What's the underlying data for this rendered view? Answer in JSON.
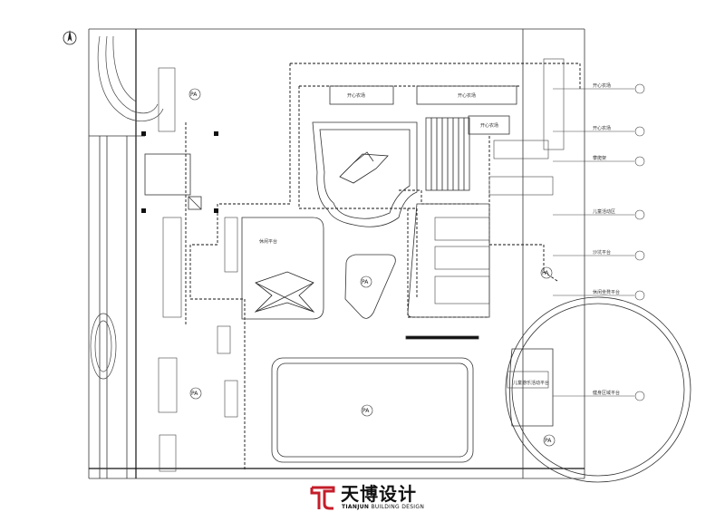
{
  "plan": {
    "zone_labels": {
      "pa_1": "PA",
      "pa_2": "PA",
      "pa_3": "PA",
      "pa_4": "PA",
      "pa_5": "PA",
      "pa_6": "PA",
      "top_room_a": "开心农场",
      "top_room_b": "开心农场",
      "right_room": "开心农场",
      "left_area": "休闲平台",
      "bottom_right_area": "儿童游乐活动平台"
    },
    "legend_items": [
      "开心农场",
      "开心农场",
      "攀爬架",
      "儿童活动区",
      "沙坑平台",
      "休闲坐凳平台",
      "健身区域平台"
    ]
  },
  "branding": {
    "cn_name": "天博设计",
    "en_strong": "TIANJUN",
    "en_rest": "BUILDING DESIGN",
    "colors": {
      "accent": "#c41e2a",
      "ink": "#111111"
    }
  },
  "icons": {
    "north": "north-arrow-icon",
    "logo": "tianjun-logo-icon"
  }
}
